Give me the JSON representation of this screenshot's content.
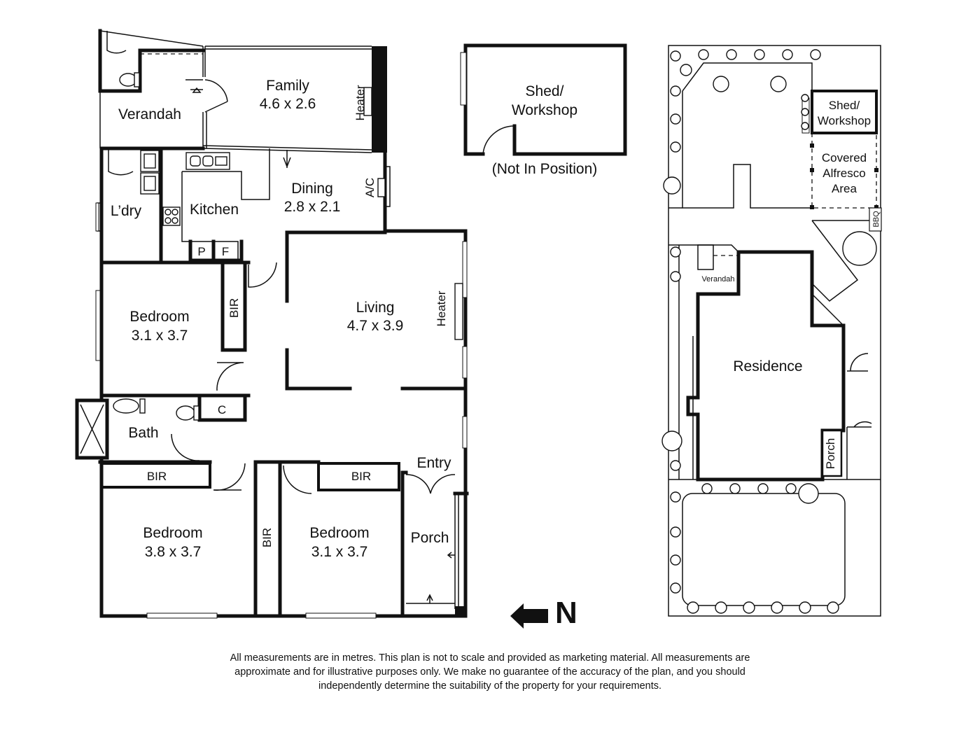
{
  "floor_plan": {
    "rooms": {
      "verandah": "Verandah",
      "family": {
        "name": "Family",
        "size": "4.6 x 2.6"
      },
      "dining": {
        "name": "Dining",
        "size": "2.8 x 2.1"
      },
      "kitchen": "Kitchen",
      "laundry": "L’dry",
      "living": {
        "name": "Living",
        "size": "4.7 x 3.9"
      },
      "bedroom_a": {
        "name": "Bedroom",
        "size": "3.1 x 3.7"
      },
      "bath": "Bath",
      "bedroom_b": {
        "name": "Bedroom",
        "size": "3.8 x 3.7"
      },
      "bedroom_c": {
        "name": "Bedroom",
        "size": "3.1 x 3.7"
      },
      "entry": "Entry",
      "porch": "Porch"
    },
    "fixtures": {
      "heater_family": "Heater",
      "heater_living": "Heater",
      "ac": "A/C",
      "pantry": "P",
      "fridge": "F",
      "bir": "BIR",
      "cupboard": "C"
    }
  },
  "shed": {
    "name_line1": "Shed/",
    "name_line2": "Workshop",
    "note": "(Not In Position)"
  },
  "site_plan": {
    "shed_line1": "Shed/",
    "shed_line2": "Workshop",
    "alfresco_line1": "Covered",
    "alfresco_line2": "Alfresco",
    "alfresco_line3": "Area",
    "bbq": "BBQ",
    "verandah": "Verandah",
    "residence": "Residence",
    "porch": "Porch"
  },
  "compass": {
    "label": "N"
  },
  "disclaimer": {
    "line1": "All measurements are in metres. This plan is not to scale and provided as marketing material. All measurements are",
    "line2": "approximate and for illustrative purposes only. We make no guarantee of the accuracy of the plan, and you should",
    "line3": "independently determine the suitability of the property for your requirements."
  }
}
